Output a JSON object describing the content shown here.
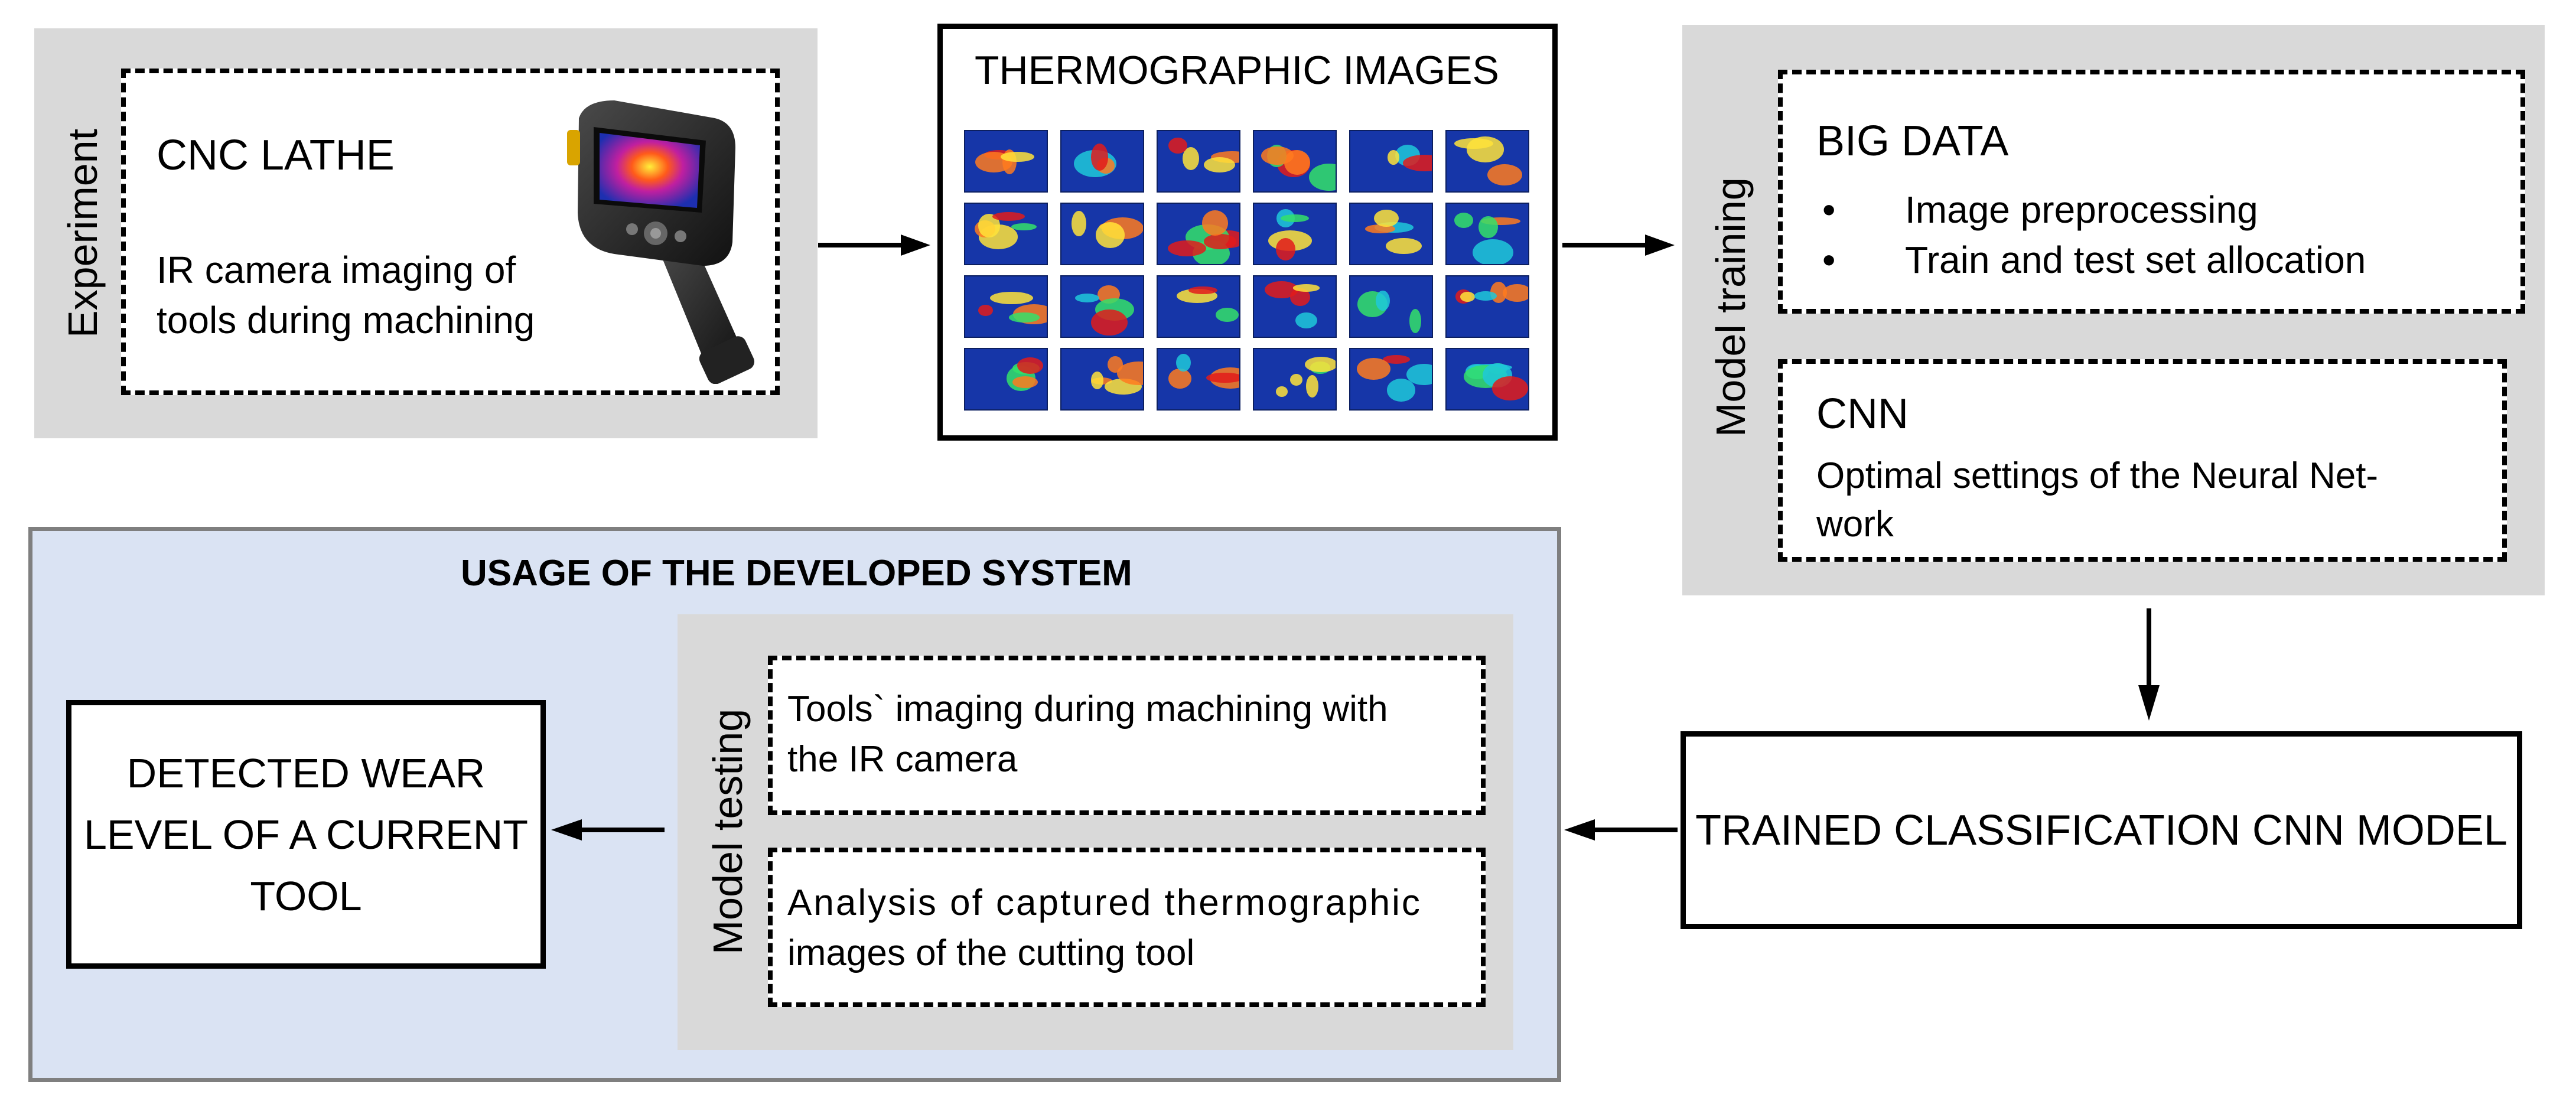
{
  "experiment": {
    "side_label": "Experiment",
    "title": "CNC LATHE",
    "desc_line1": "IR camera imaging of",
    "desc_line2": "tools during machining"
  },
  "thermo": {
    "title": "THERMOGRAPHIC IMAGES"
  },
  "training": {
    "side_label": "Model training",
    "big_data": {
      "title": "BIG DATA",
      "items": [
        "Image preprocessing",
        "Train and test set allocation"
      ]
    },
    "cnn": {
      "title": "CNN",
      "line1": "Optimal settings of the Neural Net-",
      "line2": "work"
    }
  },
  "usage": {
    "title": "USAGE OF THE DEVELOPED SYSTEM",
    "testing_label": "Model testing",
    "step1_line1": "Tools` imaging during machining with",
    "step1_line2": "the IR camera",
    "step2_line1": "Analysis of captured thermographic",
    "step2_line2": "images of the cutting tool",
    "result_line1": "DETECTED WEAR",
    "result_line2": "LEVEL OF A CURRENT",
    "result_line3": "TOOL"
  },
  "trained": {
    "label": "TRAINED CLASSIFICATION CNN MODEL"
  },
  "colors": {
    "panel_gray": "#d9d9d9",
    "usage_blue": "#dae3f3",
    "usage_border": "#7f7f7f"
  }
}
